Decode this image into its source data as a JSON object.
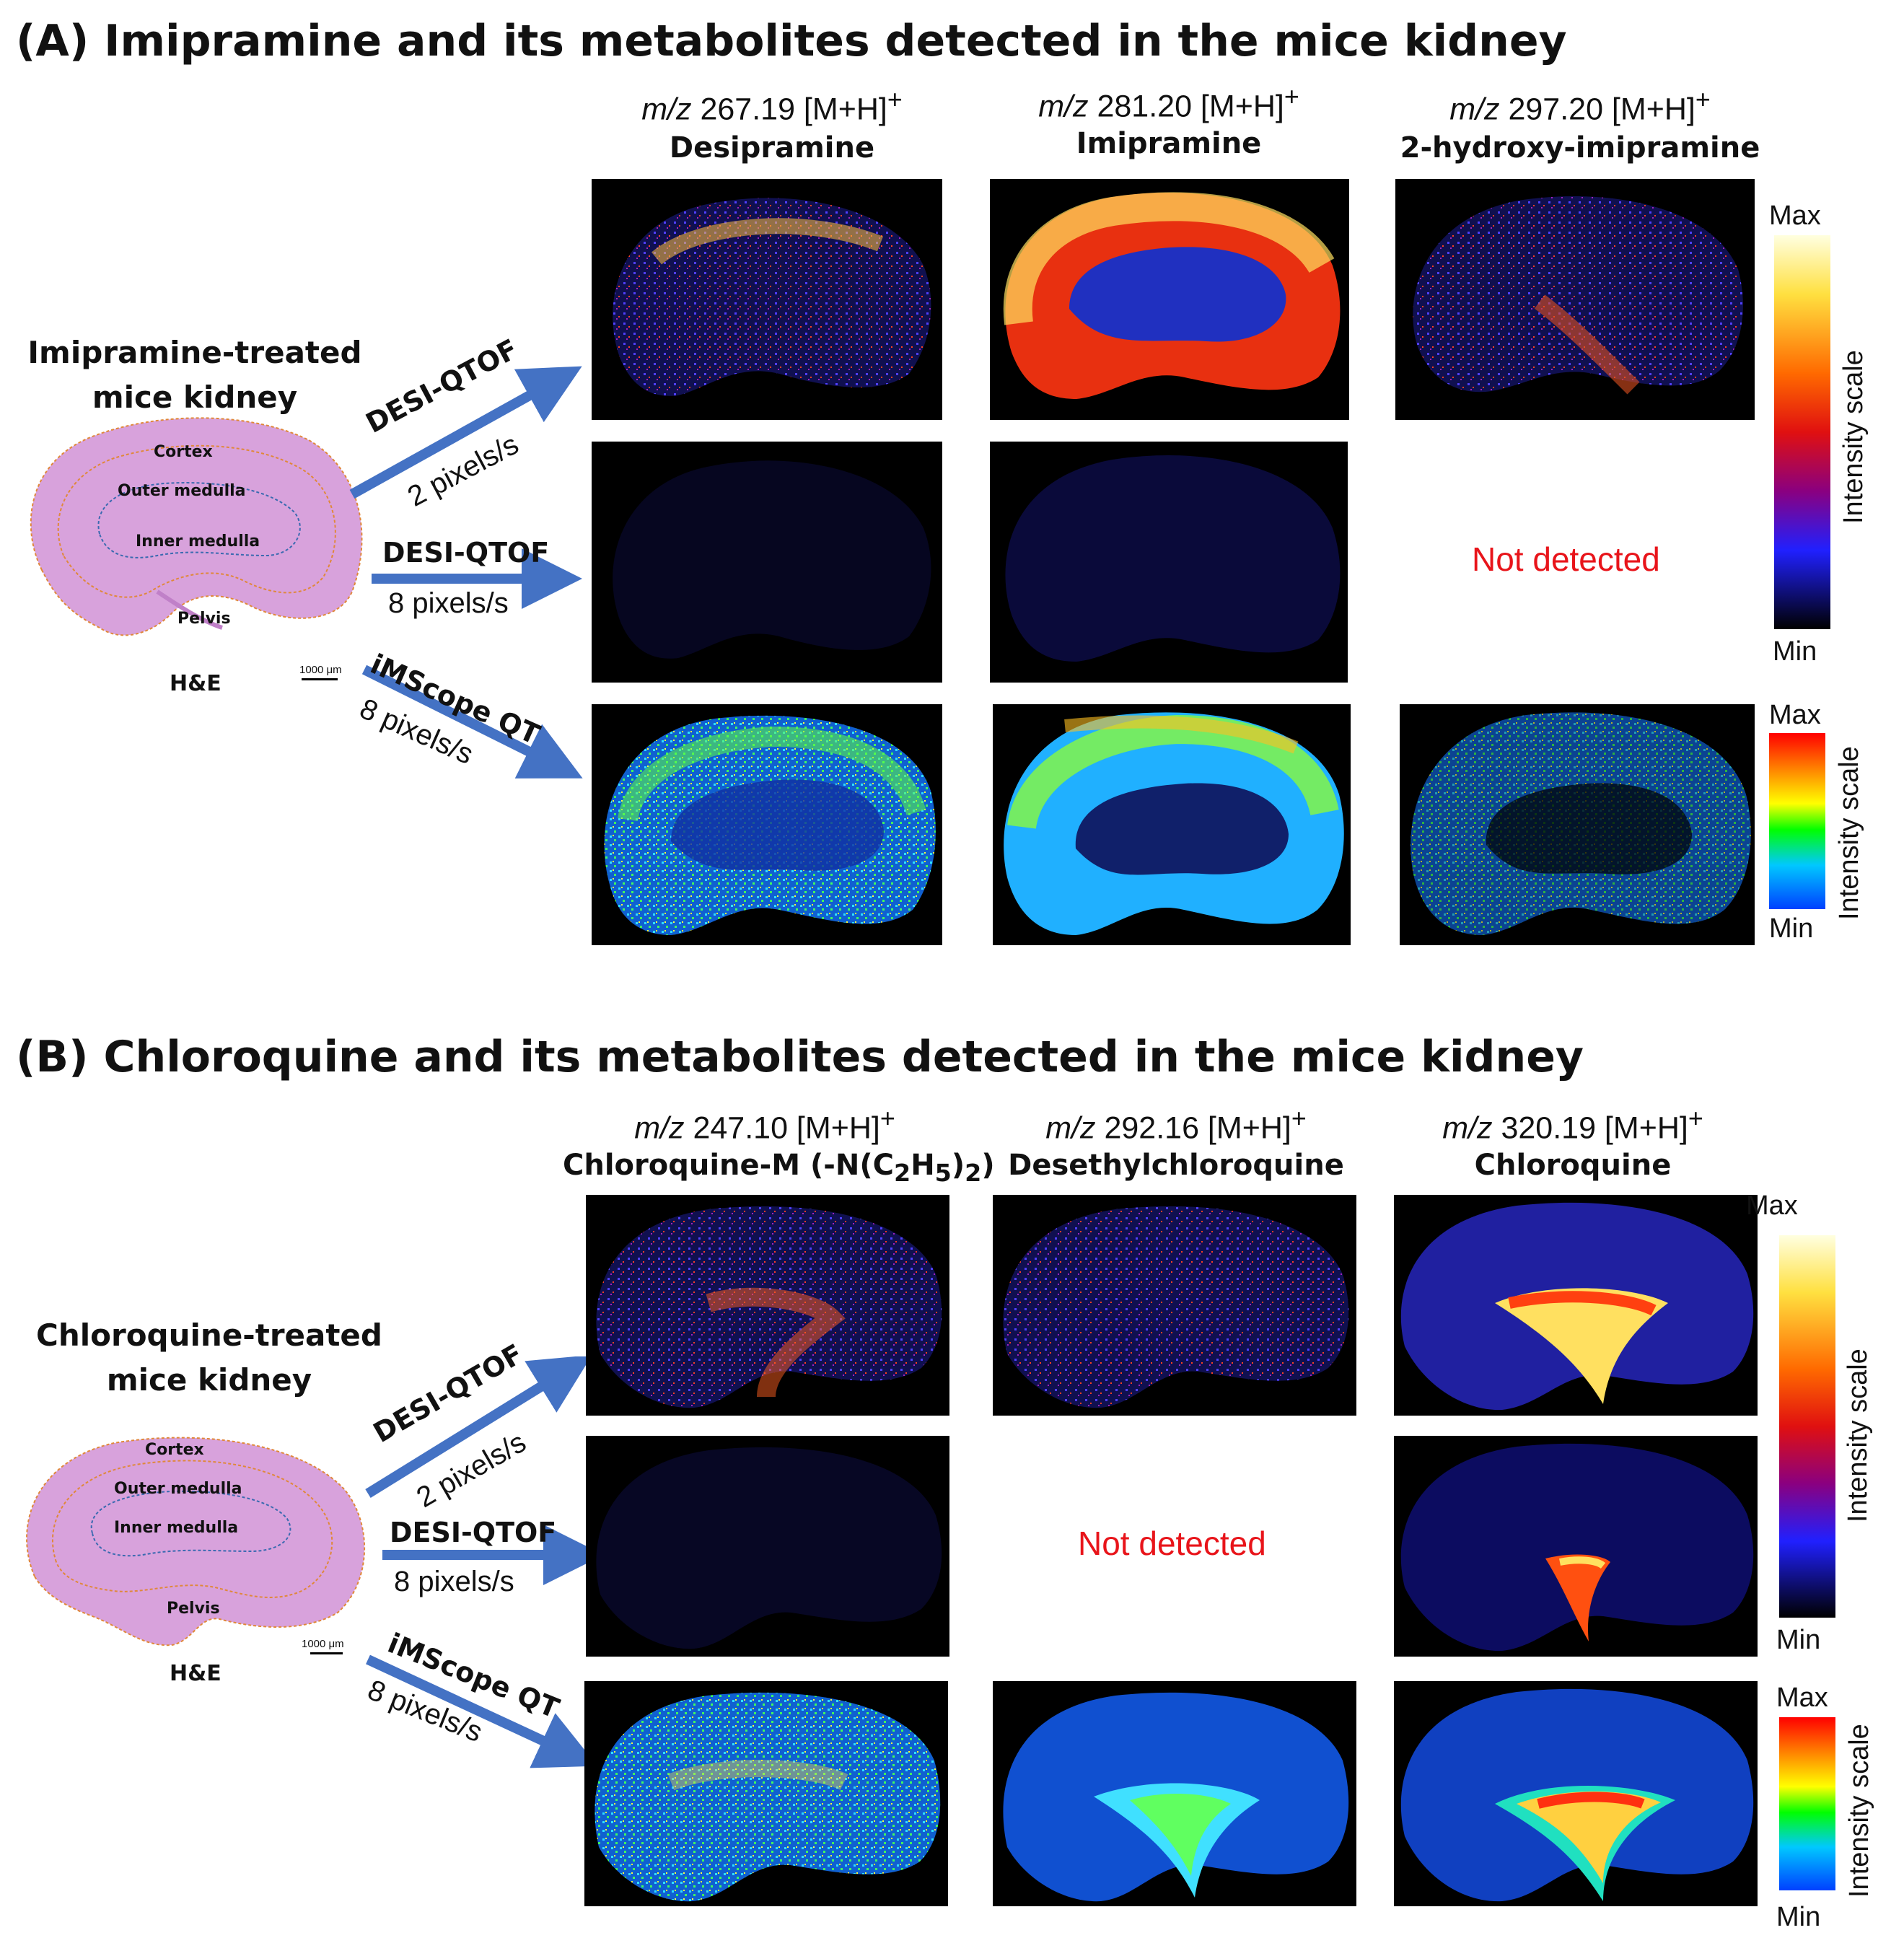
{
  "panelA": {
    "title": "(A) Imipramine and its metabolites detected in the mice kidney",
    "treated_line1": "Imipramine-treated",
    "treated_line2": "mice kidney",
    "he_label": "H&E",
    "scale_bar": "1000 μm",
    "regions": {
      "cortex": "Cortex",
      "outer": "Outer medulla",
      "inner": "Inner medulla",
      "pelvis": "Pelvis"
    },
    "columns": [
      {
        "mz_italic": "m/z",
        "mz_value": "267.19 [M+H]",
        "mz_sup": "+",
        "name": "Desipramine"
      },
      {
        "mz_italic": "m/z",
        "mz_value": "281.20 [M+H]",
        "mz_sup": "+",
        "name": "Imipramine"
      },
      {
        "mz_italic": "m/z",
        "mz_value": "297.20 [M+H]",
        "mz_sup": "+",
        "name": "2-hydroxy-imipramine"
      }
    ],
    "methods": [
      {
        "name": "DESI-QTOF",
        "rate": "2 pixels/s"
      },
      {
        "name": "DESI-QTOF",
        "rate": "8 pixels/s"
      },
      {
        "name": "iMScope QT",
        "rate": "8 pixels/s"
      }
    ],
    "not_detected": "Not detected",
    "colorbar_top": {
      "max": "Max",
      "min": "Min",
      "title": "Intensity scale"
    },
    "colorbar_bottom": {
      "max": "Max",
      "min": "Min",
      "title": "Intensity scale"
    }
  },
  "panelB": {
    "title": "(B) Chloroquine and its metabolites detected in the mice kidney",
    "treated_line1": "Chloroquine-treated",
    "treated_line2": "mice kidney",
    "he_label": "H&E",
    "scale_bar": "1000 μm",
    "regions": {
      "cortex": "Cortex",
      "outer": "Outer medulla",
      "inner": "Inner medulla",
      "pelvis": "Pelvis"
    },
    "columns": [
      {
        "mz_italic": "m/z",
        "mz_value": "247.10 [M+H]",
        "mz_sup": "+",
        "name_pre": "Chloroquine-M (-N(C",
        "sub1": "2",
        "name_mid": "H",
        "sub2": "5",
        "name_post": ")",
        "sub3": "2",
        "name_end": ")"
      },
      {
        "mz_italic": "m/z",
        "mz_value": "292.16 [M+H]",
        "mz_sup": "+",
        "name": "Desethylchloroquine"
      },
      {
        "mz_italic": "m/z",
        "mz_value": "320.19 [M+H]",
        "mz_sup": "+",
        "name": "Chloroquine"
      }
    ],
    "methods": [
      {
        "name": "DESI-QTOF",
        "rate": "2 pixels/s"
      },
      {
        "name": "DESI-QTOF",
        "rate": "8 pixels/s"
      },
      {
        "name": "iMScope QT",
        "rate": "8 pixels/s"
      }
    ],
    "not_detected": "Not detected",
    "colorbar_top": {
      "max": "Max",
      "min": "Min",
      "title": "Intensity scale"
    },
    "colorbar_bottom": {
      "max": "Max",
      "min": "Min",
      "title": "Intensity scale"
    }
  },
  "colors": {
    "arrow": "#4472c4",
    "not_detected": "#e8141a",
    "he_tissue": "#d8a2dc",
    "cortex_line": "#e0883a",
    "inner_line": "#3a6ab0"
  }
}
